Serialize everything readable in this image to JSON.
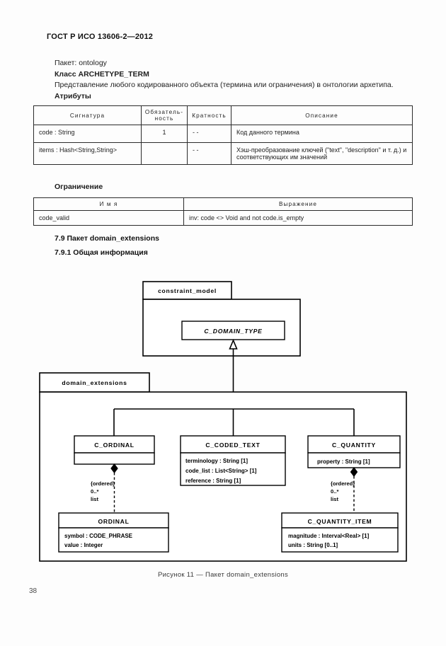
{
  "document": {
    "header": "ГОСТ Р ИСО 13606-2—2012",
    "page_number": "38"
  },
  "intro": {
    "package_line": "Пакет: ontology",
    "class_line": "Класс ARCHETYPE_TERM",
    "description": "Представление любого кодированного объекта (термина или ограничения) в онтологии архетипа.",
    "attributes_label": "Атрибуты"
  },
  "attrs_table": {
    "headers": [
      "Сигнатура",
      "Обязатель-\nность",
      "Кратность",
      "Описание"
    ],
    "header_signature": "Сигнатура",
    "header_required_1": "Обязатель-",
    "header_required_2": "ность",
    "header_multiplicity": "Кратность",
    "header_description": "Описание",
    "rows": [
      {
        "signature": "code : String",
        "required": "1",
        "multiplicity": "- -",
        "description": "Код данного термина"
      },
      {
        "signature": "items :  Hash<String,String>",
        "required": "",
        "multiplicity": "- -",
        "description": "Хэш-преобразование ключей (\"text\", \"description\" и т. д.) и соответствующих им значений"
      }
    ]
  },
  "constraint_section": {
    "label": "Ограничение",
    "headers": {
      "name": "И м я",
      "expression": "Выражение"
    },
    "rows": [
      {
        "name": "code_valid",
        "expression": "inv: code <> Void and not code.is_empty"
      }
    ]
  },
  "sections": {
    "s79": "7.9 Пакет domain_extensions",
    "s791": "7.9.1 Общая информация"
  },
  "diagram": {
    "packages": {
      "constraint_model": "constraint_model",
      "domain_extensions": "domain_extensions"
    },
    "classes": {
      "c_domain_type": {
        "name": "C_DOMAIN_TYPE",
        "abstract": true,
        "attributes": []
      },
      "c_ordinal": {
        "name": "C_ORDINAL",
        "abstract": false,
        "attributes": []
      },
      "c_coded_text": {
        "name": "C_CODED_TEXT",
        "abstract": false,
        "attributes": [
          "terminology : String [1]",
          "code_list : List<String> [1]",
          "reference : String [1]"
        ]
      },
      "c_quantity": {
        "name": "C_QUANTITY",
        "abstract": false,
        "attributes": [
          "property : String [1]"
        ]
      },
      "ordinal": {
        "name": "ORDINAL",
        "abstract": false,
        "attributes": [
          "symbol : CODE_PHRASE",
          "value : Integer"
        ]
      },
      "c_quantity_item": {
        "name": "C_QUANTITY_ITEM",
        "abstract": false,
        "attributes": [
          "magnitude : Interval<Real> [1]",
          "units : String [0..1]"
        ]
      }
    },
    "associations": {
      "ordinal_link": {
        "constraint": "{ordered}",
        "multiplicity": "0..*",
        "role": "list"
      },
      "quantity_item_link": {
        "constraint": "{ordered}",
        "multiplicity": "0..*",
        "role": "list"
      }
    }
  },
  "caption": "Рисунок 11 — Пакет domain_extensions"
}
